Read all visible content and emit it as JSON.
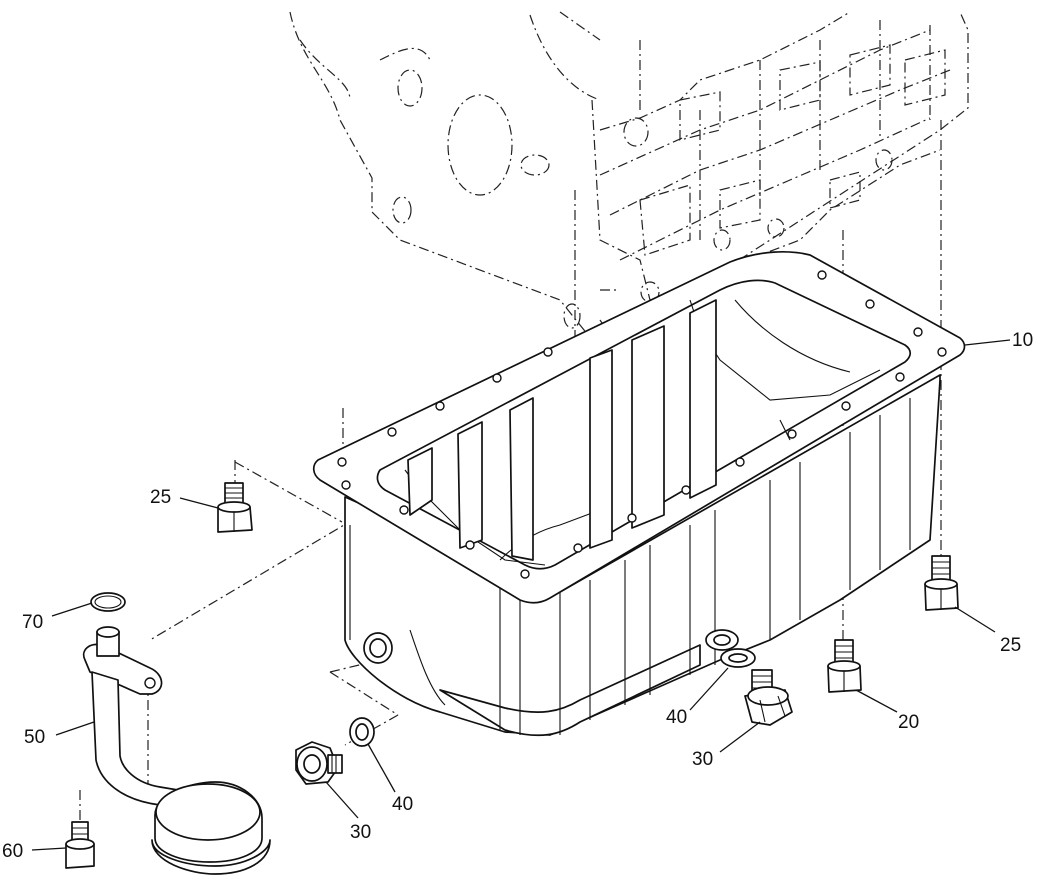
{
  "callouts": [
    {
      "id": "c10",
      "label": "10"
    },
    {
      "id": "c25a",
      "label": "25"
    },
    {
      "id": "c25b",
      "label": "25"
    },
    {
      "id": "c70",
      "label": "70"
    },
    {
      "id": "c50",
      "label": "50"
    },
    {
      "id": "c60",
      "label": "60"
    },
    {
      "id": "c30a",
      "label": "30"
    },
    {
      "id": "c40a",
      "label": "40"
    },
    {
      "id": "c40b",
      "label": "40"
    },
    {
      "id": "c30b",
      "label": "30"
    },
    {
      "id": "c20",
      "label": "20"
    }
  ]
}
